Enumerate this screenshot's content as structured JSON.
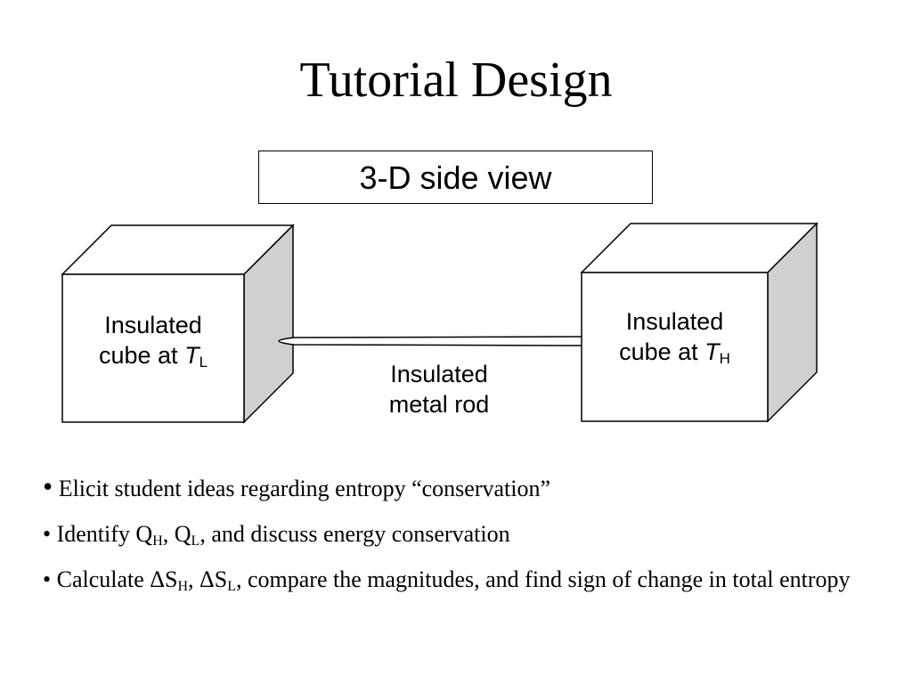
{
  "title": "Tutorial Design",
  "view_label": "3-D side view",
  "left_cube": {
    "line1": "Insulated",
    "line2": "cube at",
    "var": "T",
    "sub": "L"
  },
  "right_cube": {
    "line1": "Insulated",
    "line2": "cube at",
    "var": "T",
    "sub": "H"
  },
  "rod": {
    "line1": "Insulated",
    "line2": "metal rod"
  },
  "bullets": {
    "b1": {
      "marker": "•",
      "text": "Elicit student ideas regarding entropy “conservation”"
    },
    "b2": {
      "pre": "• Identify Q",
      "sub1": "H",
      "mid": ", Q",
      "sub2": "L",
      "post": ", and discuss energy conservation"
    },
    "b3": {
      "pre": "• Calculate ΔS",
      "sub1": "H",
      "mid": ", ΔS",
      "sub2": "L",
      "post": ", compare the magnitudes, and find sign of change in total entropy"
    }
  }
}
